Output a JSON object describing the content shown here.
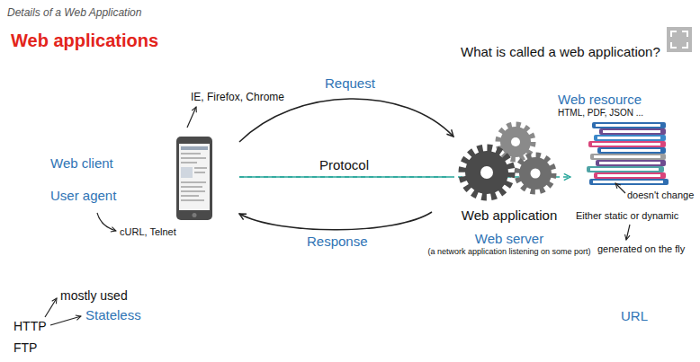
{
  "diagram": {
    "title": "Web applications",
    "caption": "Details of a Web Application",
    "nodes": [
      {
        "text": [
          "Web client",
          "User agent"
        ]
      },
      {
        "text": [
          "Web application",
          "Web server",
          "(a network application listening on some port)"
        ]
      },
      {
        "text": [
          "Web resource",
          "HTML, PDF, JSON ..."
        ]
      }
    ],
    "edges": [
      {
        "from": 0,
        "to": 1,
        "label": "Request",
        "arrow": "to"
      },
      {
        "from": 1,
        "to": 0,
        "label": "Response",
        "arrow": "to"
      },
      {
        "from": 0,
        "to": 2,
        "label": "Protocol",
        "arrow": "to"
      }
    ],
    "labels": [
      "What is called a web application?",
      "IE, Firefox, Chrome",
      "cURL, Telnet",
      "doesn't change",
      "Either static or dynamic",
      "generated on the fly",
      "mostly used",
      "Stateless",
      "HTTP",
      "FTP",
      "URL"
    ]
  }
}
